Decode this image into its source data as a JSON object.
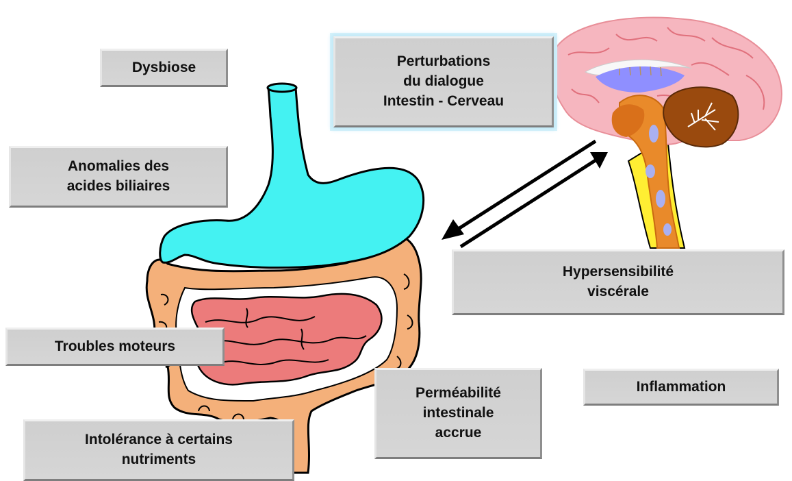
{
  "labels": {
    "dysbiose": "Dysbiose",
    "acides_biliaires": "Anomalies des\nacides biliaires",
    "troubles_moteurs": "Troubles moteurs",
    "intolerance": "Intolérance à certains\nnutriments",
    "perturbations": "Perturbations\ndu dialogue\nIntestin - Cerveau",
    "hypersensibilite": "Hypersensibilité\nviscérale",
    "permeabilite": "Perméabilité\nintestinale\naccrue",
    "inflammation": "Inflammation"
  },
  "colors": {
    "stomach": "#44f2f2",
    "colon": "#f4b07a",
    "small_intestine": "#ec7b7b",
    "cerebrum": "#f6b6bf",
    "cerebellum": "#9a4a0e",
    "brainstem": "#e98a2a",
    "spinal_sheath": "#ffee33",
    "ventricle": "#8f8fff"
  },
  "icons": {
    "gut": "digestive-tract-icon",
    "brain": "brain-sagittal-icon",
    "arrows": "bidirectional-arrows-icon"
  }
}
